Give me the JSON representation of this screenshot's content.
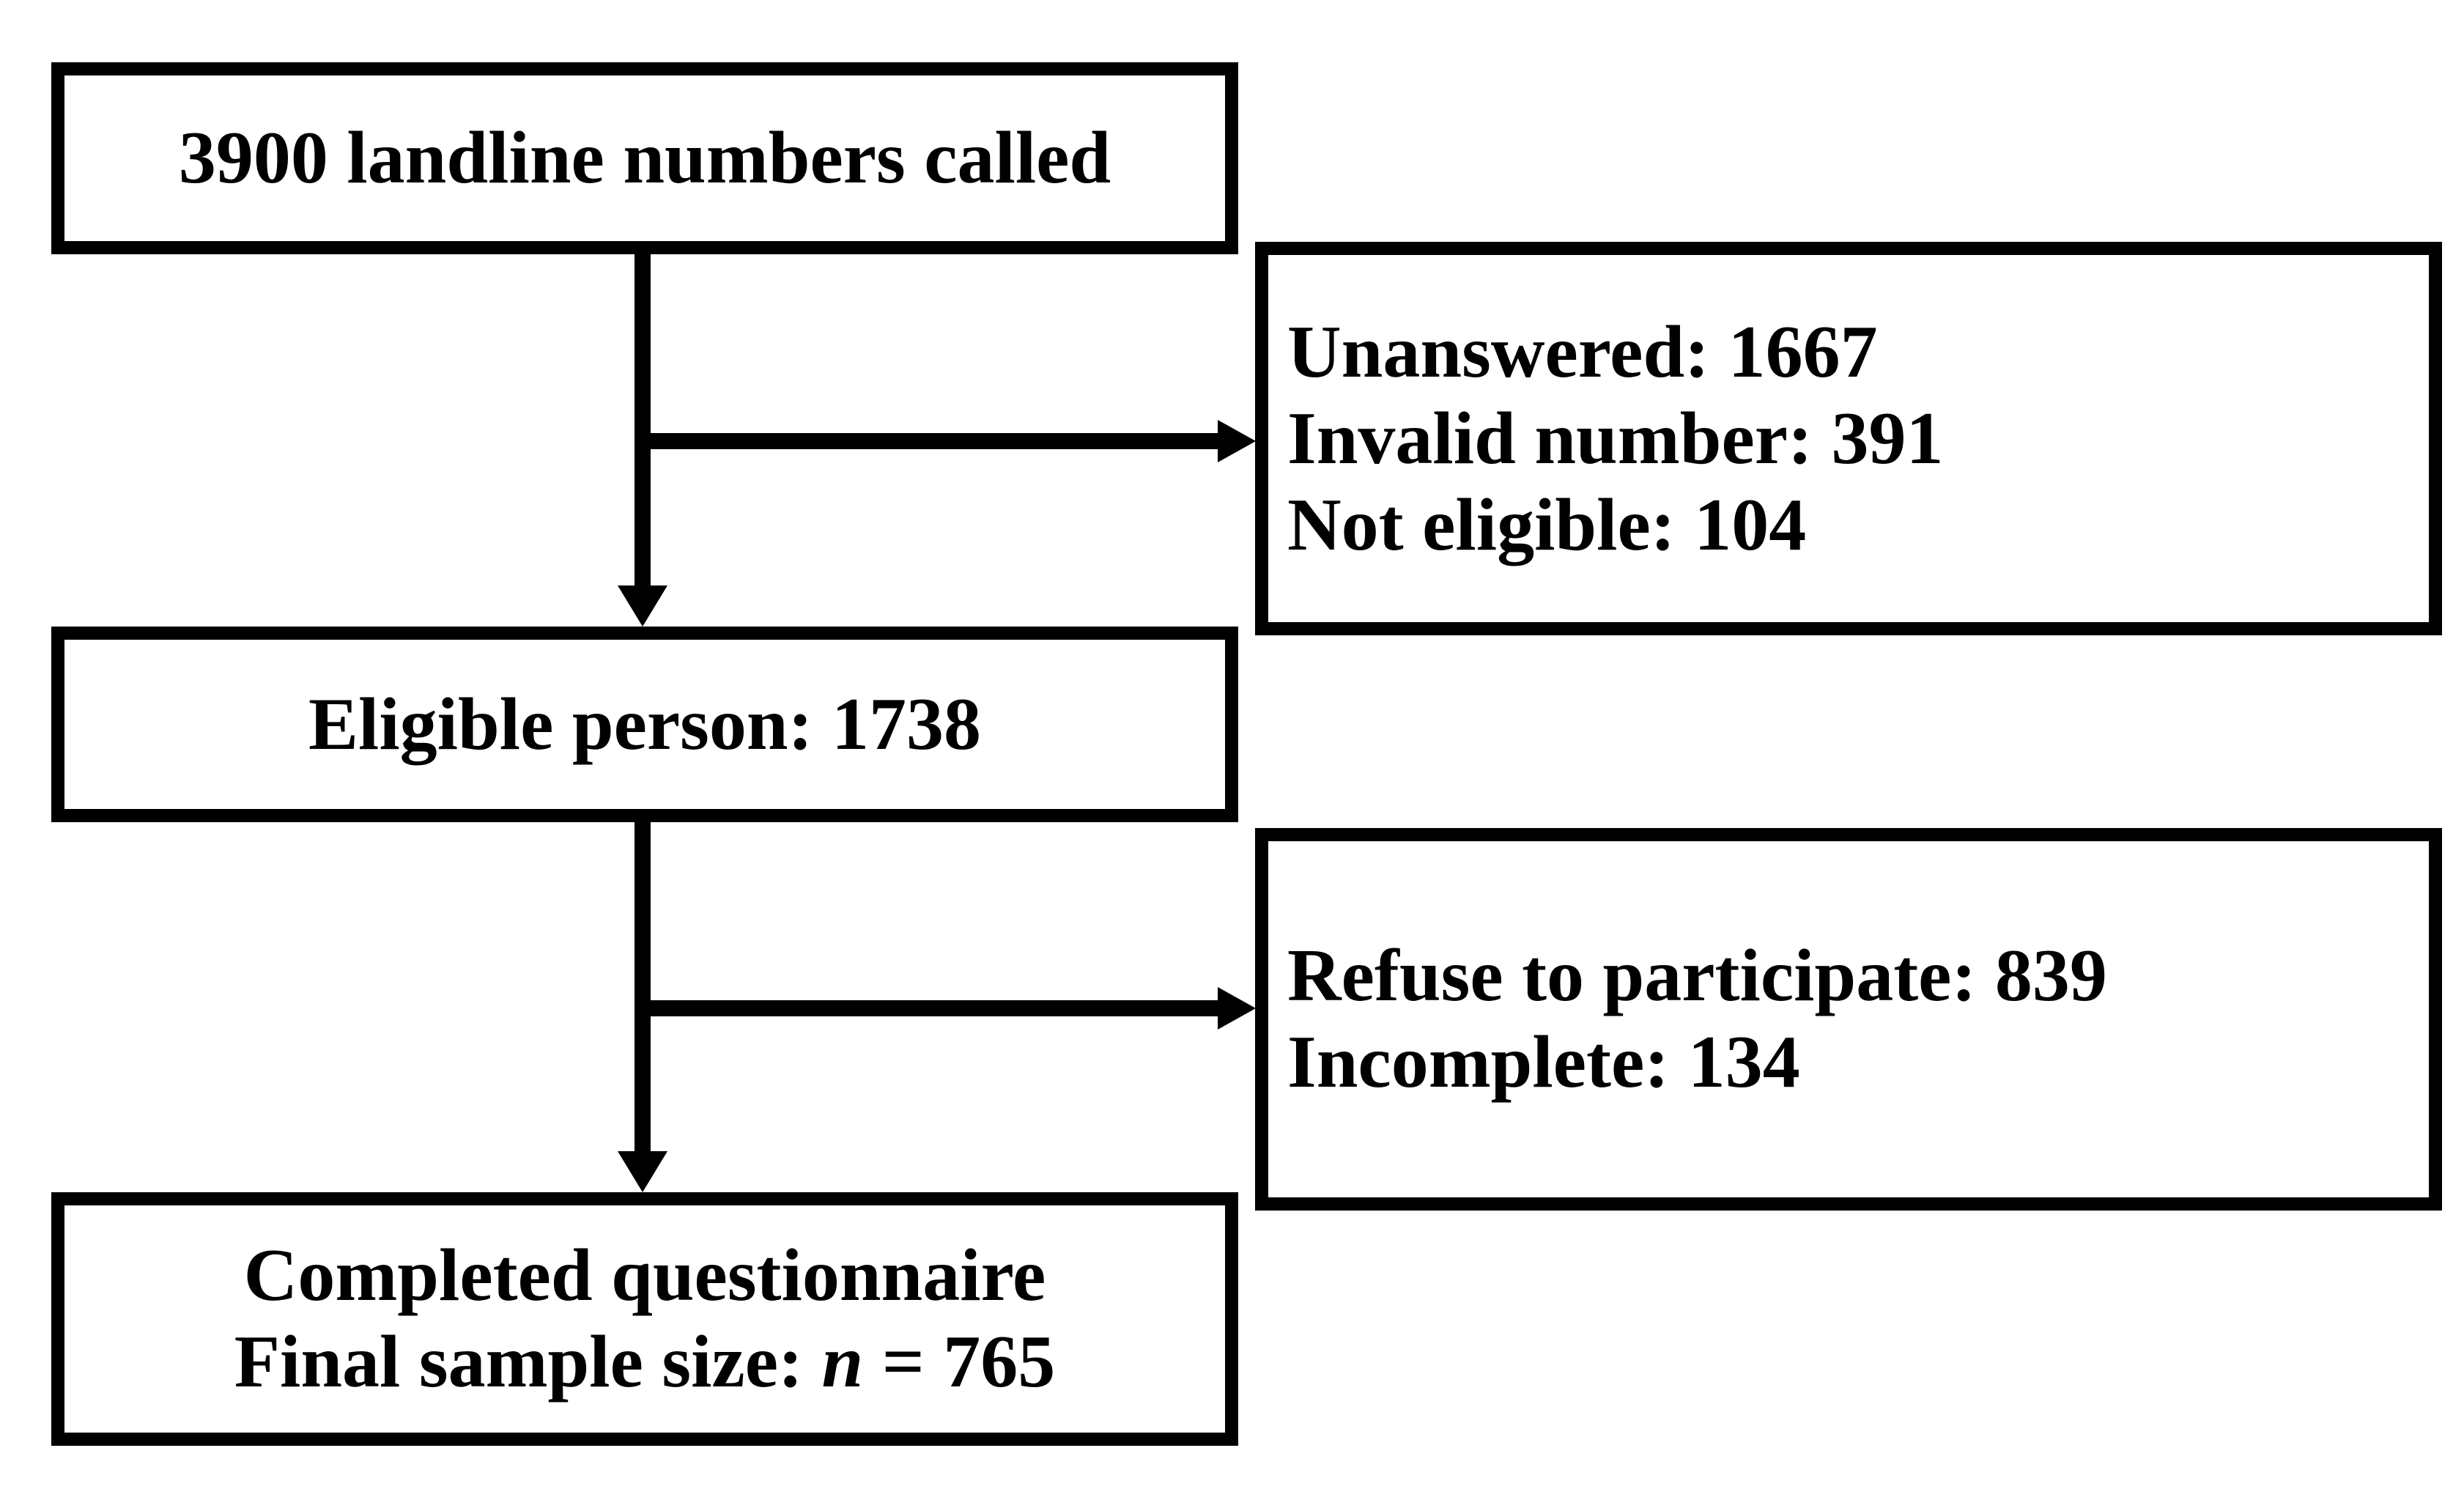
{
  "figure": {
    "background_color": "#ffffff",
    "stroke_color": "#000000",
    "text_color": "#000000",
    "boxes": {
      "called": {
        "text": "3900 landline numbers called"
      },
      "nonresponse": {
        "lines": [
          "Unanswered: 1667",
          "Invalid number: 391",
          "Not eligible: 104"
        ]
      },
      "eligible": {
        "text": "Eligible person: 1738"
      },
      "refused": {
        "lines": [
          "Refuse to participate: 839",
          "Incomplete: 134"
        ]
      },
      "completed": {
        "line1": "Completed questionnaire",
        "line2_prefix": "Final sample size: ",
        "line2_var": "n",
        "line2_suffix": " = 765"
      }
    }
  }
}
